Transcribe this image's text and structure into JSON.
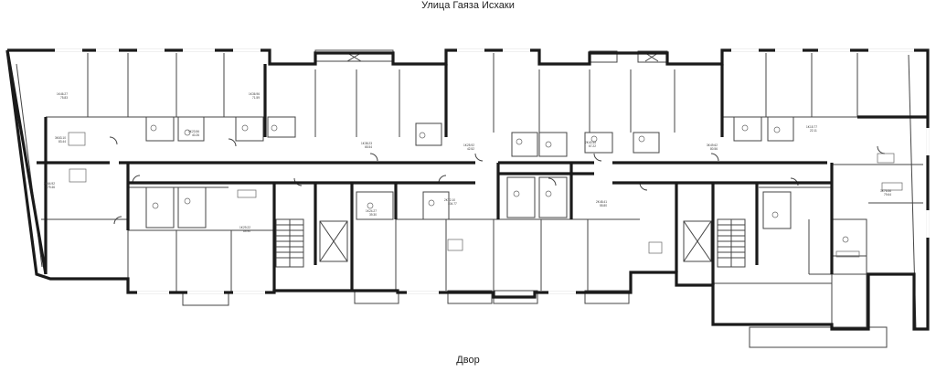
{
  "street_label": "Улица Гаяза Исхаки",
  "yard_label": "Двор",
  "colors": {
    "wall": "#1a1a1a",
    "thin": "#444444",
    "fixture": "#666666",
    "background": "#ffffff"
  },
  "rooms": [
    {
      "id": "r1",
      "lines": [
        "1К",
        "46.27",
        "75.83"
      ]
    },
    {
      "id": "r2",
      "lines": [
        "3К",
        "63.10",
        "83.44"
      ]
    },
    {
      "id": "r3",
      "lines": [
        "1К",
        "23.56",
        "40.26"
      ]
    },
    {
      "id": "r4",
      "lines": [
        "3К",
        "64.92",
        "79.46"
      ]
    },
    {
      "id": "r5",
      "lines": [
        "1К",
        "36.96",
        "71.59"
      ]
    },
    {
      "id": "r6",
      "lines": [
        "1К",
        "38.23",
        "65.54"
      ]
    },
    {
      "id": "r7",
      "lines": [
        "1К",
        "25.92",
        "42.52"
      ]
    },
    {
      "id": "r8",
      "lines": [
        "2К",
        "40.45",
        "67.22"
      ]
    },
    {
      "id": "r9",
      "lines": [
        "1К",
        "15.77",
        "22.11"
      ]
    },
    {
      "id": "r10",
      "lines": [
        "3К",
        "49.62",
        "80.56"
      ]
    },
    {
      "id": "r11",
      "lines": [
        "1К",
        "29.22",
        "69.90"
      ]
    },
    {
      "id": "r12",
      "lines": [
        "1К",
        "24.27",
        "39.30"
      ]
    },
    {
      "id": "r13",
      "lines": [
        "2К",
        "72.10",
        "104.77"
      ]
    },
    {
      "id": "r14",
      "lines": [
        "2К",
        "48.41",
        "55.80"
      ]
    },
    {
      "id": "r15",
      "lines": [
        "3К",
        "76.56",
        "79.64"
      ]
    }
  ]
}
